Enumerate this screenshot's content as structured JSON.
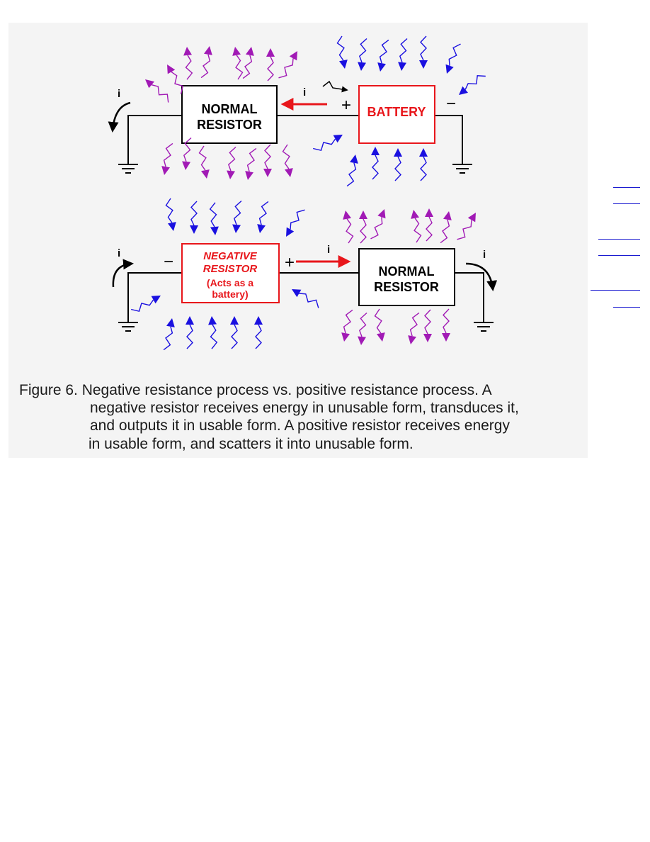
{
  "colors": {
    "wire": "#000000",
    "accent": "#e8161b",
    "incoming": "#1a10e0",
    "outgoing": "#a11ab5",
    "panel": "#f4f4f4",
    "link": "#1a1ad0"
  },
  "diagram": {
    "top": {
      "resistor_label": [
        "NORMAL",
        "RESISTOR"
      ],
      "battery_label": "BATTERY",
      "plus": "+",
      "minus": "−",
      "current_left": "i",
      "current_mid": "i"
    },
    "bottom": {
      "negative_label": [
        "NEGATIVE",
        "RESISTOR",
        "(Acts as a",
        "battery)"
      ],
      "resistor_label": [
        "NORMAL",
        "RESISTOR"
      ],
      "plus": "+",
      "minus": "−",
      "current_left": "i",
      "current_mid": "i",
      "current_right": "i"
    }
  },
  "caption": {
    "line1": "Figure 6.  Negative resistance process vs. positive resistance process.  A",
    "line2": "negative resistor receives energy in unusable form, transduces it,",
    "line3": "and outputs it in usable form.  A positive resistor receives energy",
    "line4": "in usable form, and scatters it into unusable form."
  }
}
